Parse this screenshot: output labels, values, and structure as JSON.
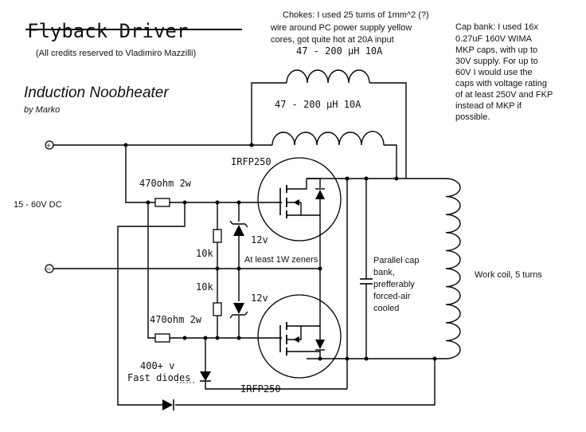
{
  "header": {
    "title": "Flyback Driver",
    "credits": "(All credits reserved to Vladimiro Mazzilli)",
    "subtitle": "Induction Noobheater",
    "author": "by Marko"
  },
  "notes": {
    "chokes": [
      "Chokes: I used 25 turns of 1mm^2 (?)",
      "wire around PC power supply yellow",
      "cores, got quite hot at 20A input"
    ],
    "cap_bank": [
      "Cap bank: I used 16x",
      "0.27uF 160V WIMA",
      "MKP caps, with up to",
      "30V supply. For up to",
      "60V I would use the",
      "caps with voltage rating",
      "of at least 250V and FKP",
      "instead of MKP if",
      "possible."
    ]
  },
  "components": {
    "choke_top": "47 - 200 µH 10A",
    "choke_bottom": "47 - 200 µH 10A",
    "mosfet_top": "IRFP250",
    "mosfet_bottom": "IRFP250",
    "res_gate_top": "470ohm 2w",
    "res_gate_bottom": "470ohm 2w",
    "res_pulldown_top": "10k",
    "res_pulldown_bottom": "10k",
    "zener_top": "12v",
    "zener_bottom": "12v",
    "zener_note": "At least 1W zeners",
    "diodes": [
      "400+ v",
      "Fast diodes"
    ],
    "supply": "15 - 60V DC",
    "plus_terminal": "+",
    "minus_terminal": "−",
    "cap_bank_label": [
      "Parallel cap",
      "bank,",
      "prefferably",
      "forced-air",
      "cooled"
    ],
    "work_coil": "Work coil, 5 turns"
  }
}
